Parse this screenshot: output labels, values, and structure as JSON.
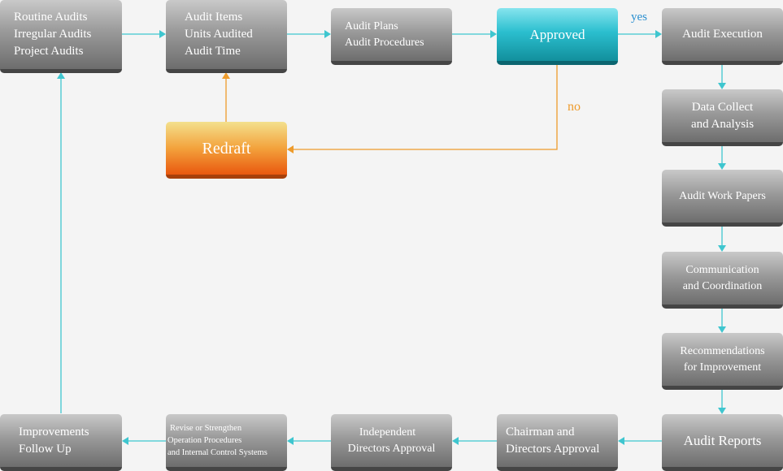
{
  "colors": {
    "flow": "#3fc6cf",
    "reject": "#ee9b2b"
  },
  "nodes": {
    "audit_types": [
      "Routine Audits",
      "Irregular Audits",
      "Project Audits"
    ],
    "audit_items": [
      "Audit Items",
      "Units Audited",
      "Audit Time"
    ],
    "audit_plans": [
      "Audit Plans",
      "Audit Procedures"
    ],
    "approved": "Approved",
    "audit_execution": "Audit Execution",
    "redraft": "Redraft",
    "data_collect": [
      "Data Collect",
      "and Analysis"
    ],
    "work_papers": "Audit Work Papers",
    "communication": [
      "Communication",
      "and Coordination"
    ],
    "recommendations": [
      "Recommendations",
      "for Improvement"
    ],
    "audit_reports": "Audit Reports",
    "chairman": [
      "Chairman and",
      "Directors Approval"
    ],
    "independent": [
      "Independent",
      "Directors Approval"
    ],
    "revise": [
      "Revise or Strengthen",
      "Operation Procedures",
      "and Internal Control Systems"
    ],
    "improvements": [
      "Improvements",
      "Follow Up"
    ]
  },
  "labels": {
    "yes": "yes",
    "no": "no"
  }
}
